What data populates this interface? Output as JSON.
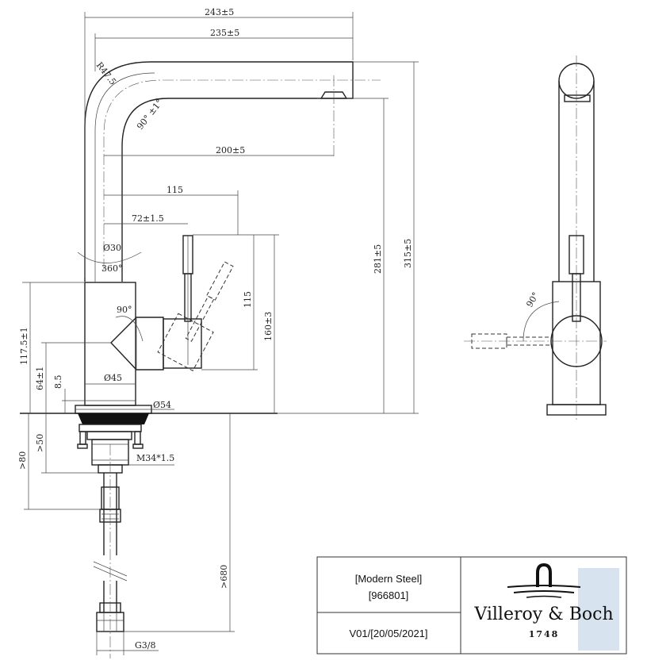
{
  "dimensions": {
    "overall_width": "243±5",
    "reach": "235±5",
    "bend_radius": "R47.5",
    "bend_angle": "90° ±1°",
    "outlet_offset": "200±5",
    "lever_reach": "115",
    "lever_offset": "72±1.5",
    "spout_diameter": "Ø30",
    "rotation": "360°",
    "lever_angle_front": "90°",
    "lever_height": "115",
    "body_diameter": "Ø45",
    "base_diameter": "Ø54",
    "body_height": "117.5±1",
    "lever_axis_height": "64±1",
    "base_height": "8.5",
    "lever_total_height": "160±3",
    "outlet_height": "281±5",
    "total_height": "315±5",
    "thread": "M34*1.5",
    "min_50": ">50",
    "min_80": ">80",
    "min_680": ">680",
    "connection": "G3/8",
    "lever_angle_side": "90°"
  },
  "title_block": {
    "model": "[Modern Steel]",
    "code": "[966801]",
    "version": "V01/[20/05/2021]",
    "brand": "Villeroy & Boch",
    "year": "1748"
  },
  "colors": {
    "line": "#333333",
    "logo_blue": "#c9d9ea"
  }
}
